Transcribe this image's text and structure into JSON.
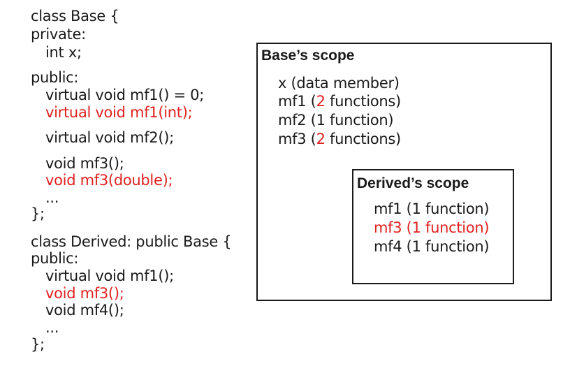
{
  "code": {
    "base_class_open": "class Base {",
    "private_label": "private:",
    "int_x": "int x;",
    "public_label": "public:",
    "base_mf1_pure": "virtual void mf1() = 0;",
    "base_mf1_int": "virtual void mf1(int);",
    "base_mf2": "virtual void mf2();",
    "base_mf3": "void mf3();",
    "base_mf3_double": "void mf3(double);",
    "base_ellipsis": "...",
    "base_close": "};",
    "derived_class_open": "class Derived: public Base {",
    "derived_public_label": "public:",
    "derived_mf1": "virtual void mf1();",
    "derived_mf3": "void mf3();",
    "derived_mf4": "void mf4();",
    "derived_ellipsis": "...",
    "derived_close": "};"
  },
  "base_scope": {
    "title": "Base’s scope",
    "x_line": "x (data member)",
    "mf1_prefix": "mf1 (",
    "mf1_count": "2",
    "mf1_suffix": " functions)",
    "mf2_line": "mf2 (1 function)",
    "mf3_prefix": "mf3 (",
    "mf3_count": "2",
    "mf3_suffix": " functions)"
  },
  "derived_scope": {
    "title": "Derived’s scope",
    "mf1_line": "mf1 (1 function)",
    "mf3_line": "mf3 (1 function)",
    "mf4_line": "mf4 (1 function)"
  },
  "colors": {
    "highlight": "#e02020",
    "text": "#1a1a1a",
    "border": "#1a1a1a"
  }
}
